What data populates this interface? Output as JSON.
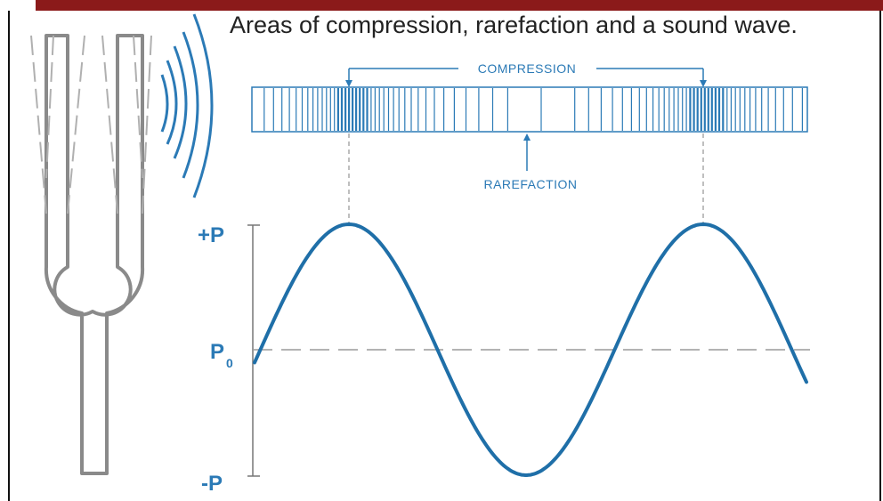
{
  "title": "Areas of compression, rarefaction and a sound wave.",
  "labels": {
    "compression": "COMPRESSION",
    "rarefaction": "RAREFACTION",
    "plus_p": "+P",
    "p0_main": "P",
    "p0_sub": "0",
    "minus_p": "-P"
  },
  "colors": {
    "header_bar": "#8b1a1a",
    "accent_blue": "#2b7ab6",
    "wave_blue": "#1f6fa8",
    "fork_gray": "#8a8a8a",
    "dashed_gray": "#aaaaaa"
  },
  "icons": {
    "tuning_fork": "tuning-fork-icon",
    "sound_arcs": "sound-waves-icon"
  }
}
